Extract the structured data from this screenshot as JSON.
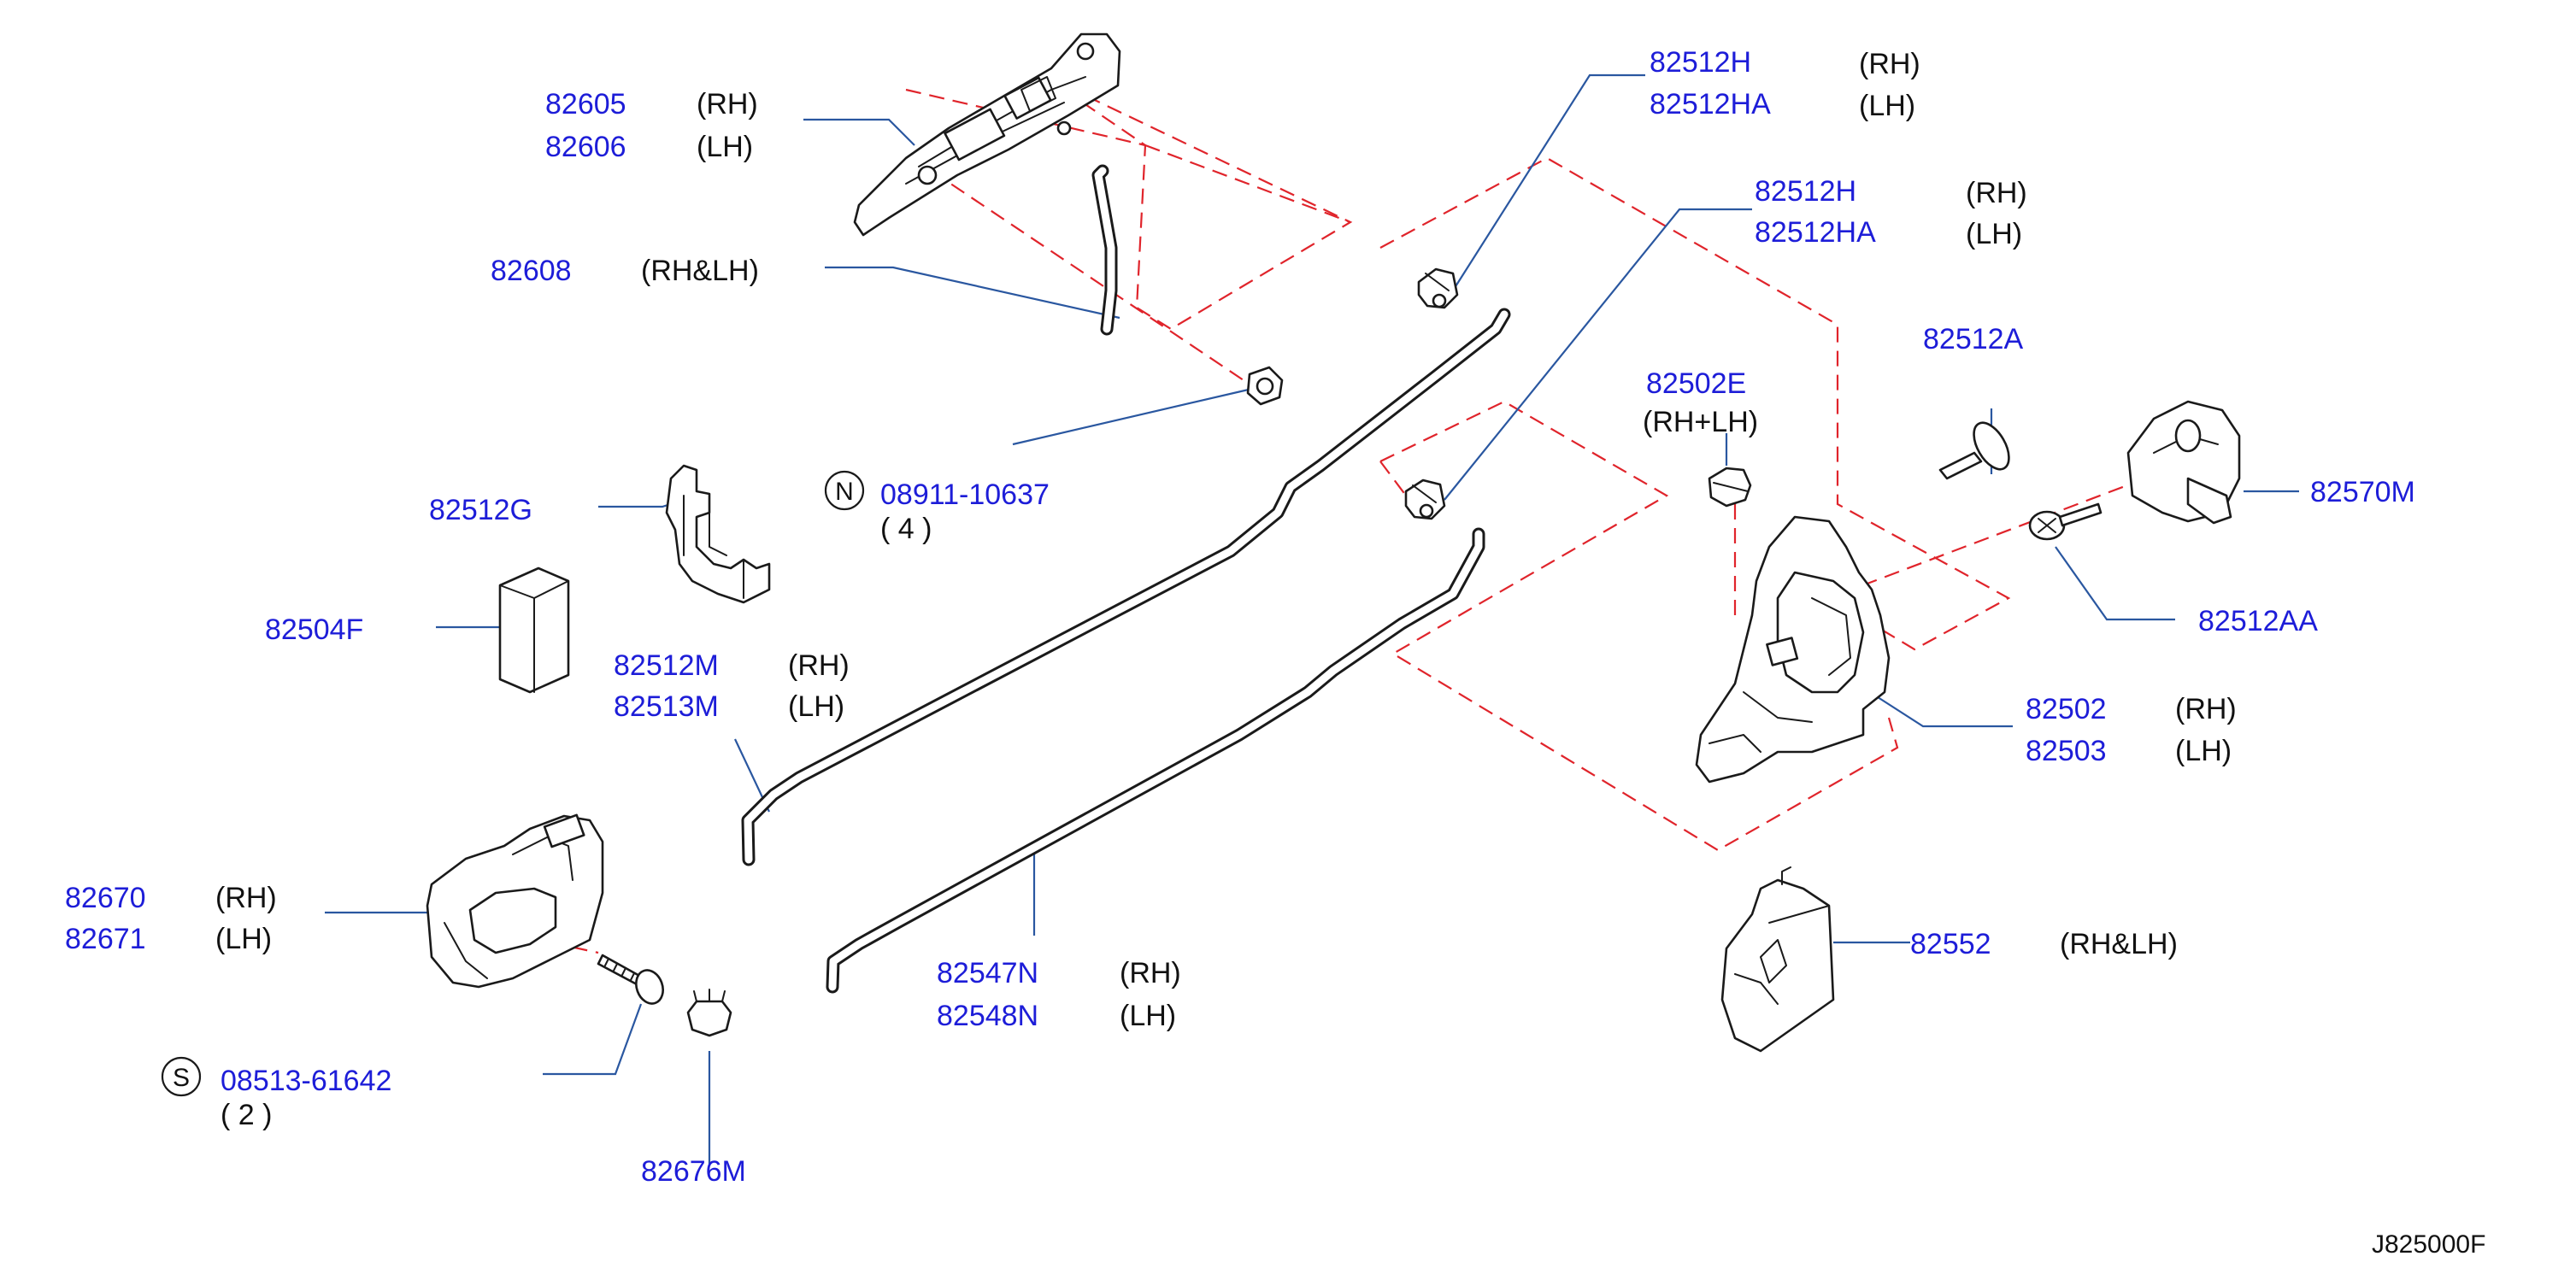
{
  "diagram": {
    "reference": "J825000F",
    "callouts": [
      {
        "part": "82605",
        "side": "(RH)"
      },
      {
        "part": "82606",
        "side": "(LH)"
      },
      {
        "part": "82608",
        "side": "(RH&LH)"
      },
      {
        "part": "08911-10637",
        "qty": "( 4 )",
        "prefix": "N"
      },
      {
        "part": "82512G"
      },
      {
        "part": "82504F"
      },
      {
        "part": "82512M",
        "side": "(RH)"
      },
      {
        "part": "82513M",
        "side": "(LH)"
      },
      {
        "part": "82670",
        "side": "(RH)"
      },
      {
        "part": "82671",
        "side": "(LH)"
      },
      {
        "part": "08513-61642",
        "qty": "( 2 )",
        "prefix": "S"
      },
      {
        "part": "82676M"
      },
      {
        "part": "82547N",
        "side": "(RH)"
      },
      {
        "part": "82548N",
        "side": "(LH)"
      },
      {
        "part": "82512H",
        "side": "(RH)"
      },
      {
        "part": "82512HA",
        "side": "(LH)"
      },
      {
        "part": "82512H",
        "side": "(RH)"
      },
      {
        "part": "82512HA",
        "side": "(LH)"
      },
      {
        "part": "82502E",
        "side": "(RH+LH)"
      },
      {
        "part": "82512A"
      },
      {
        "part": "82570M"
      },
      {
        "part": "82512AA"
      },
      {
        "part": "82502",
        "side": "(RH)"
      },
      {
        "part": "82503",
        "side": "(LH)"
      },
      {
        "part": "82552",
        "side": "(RH&LH)"
      }
    ]
  }
}
